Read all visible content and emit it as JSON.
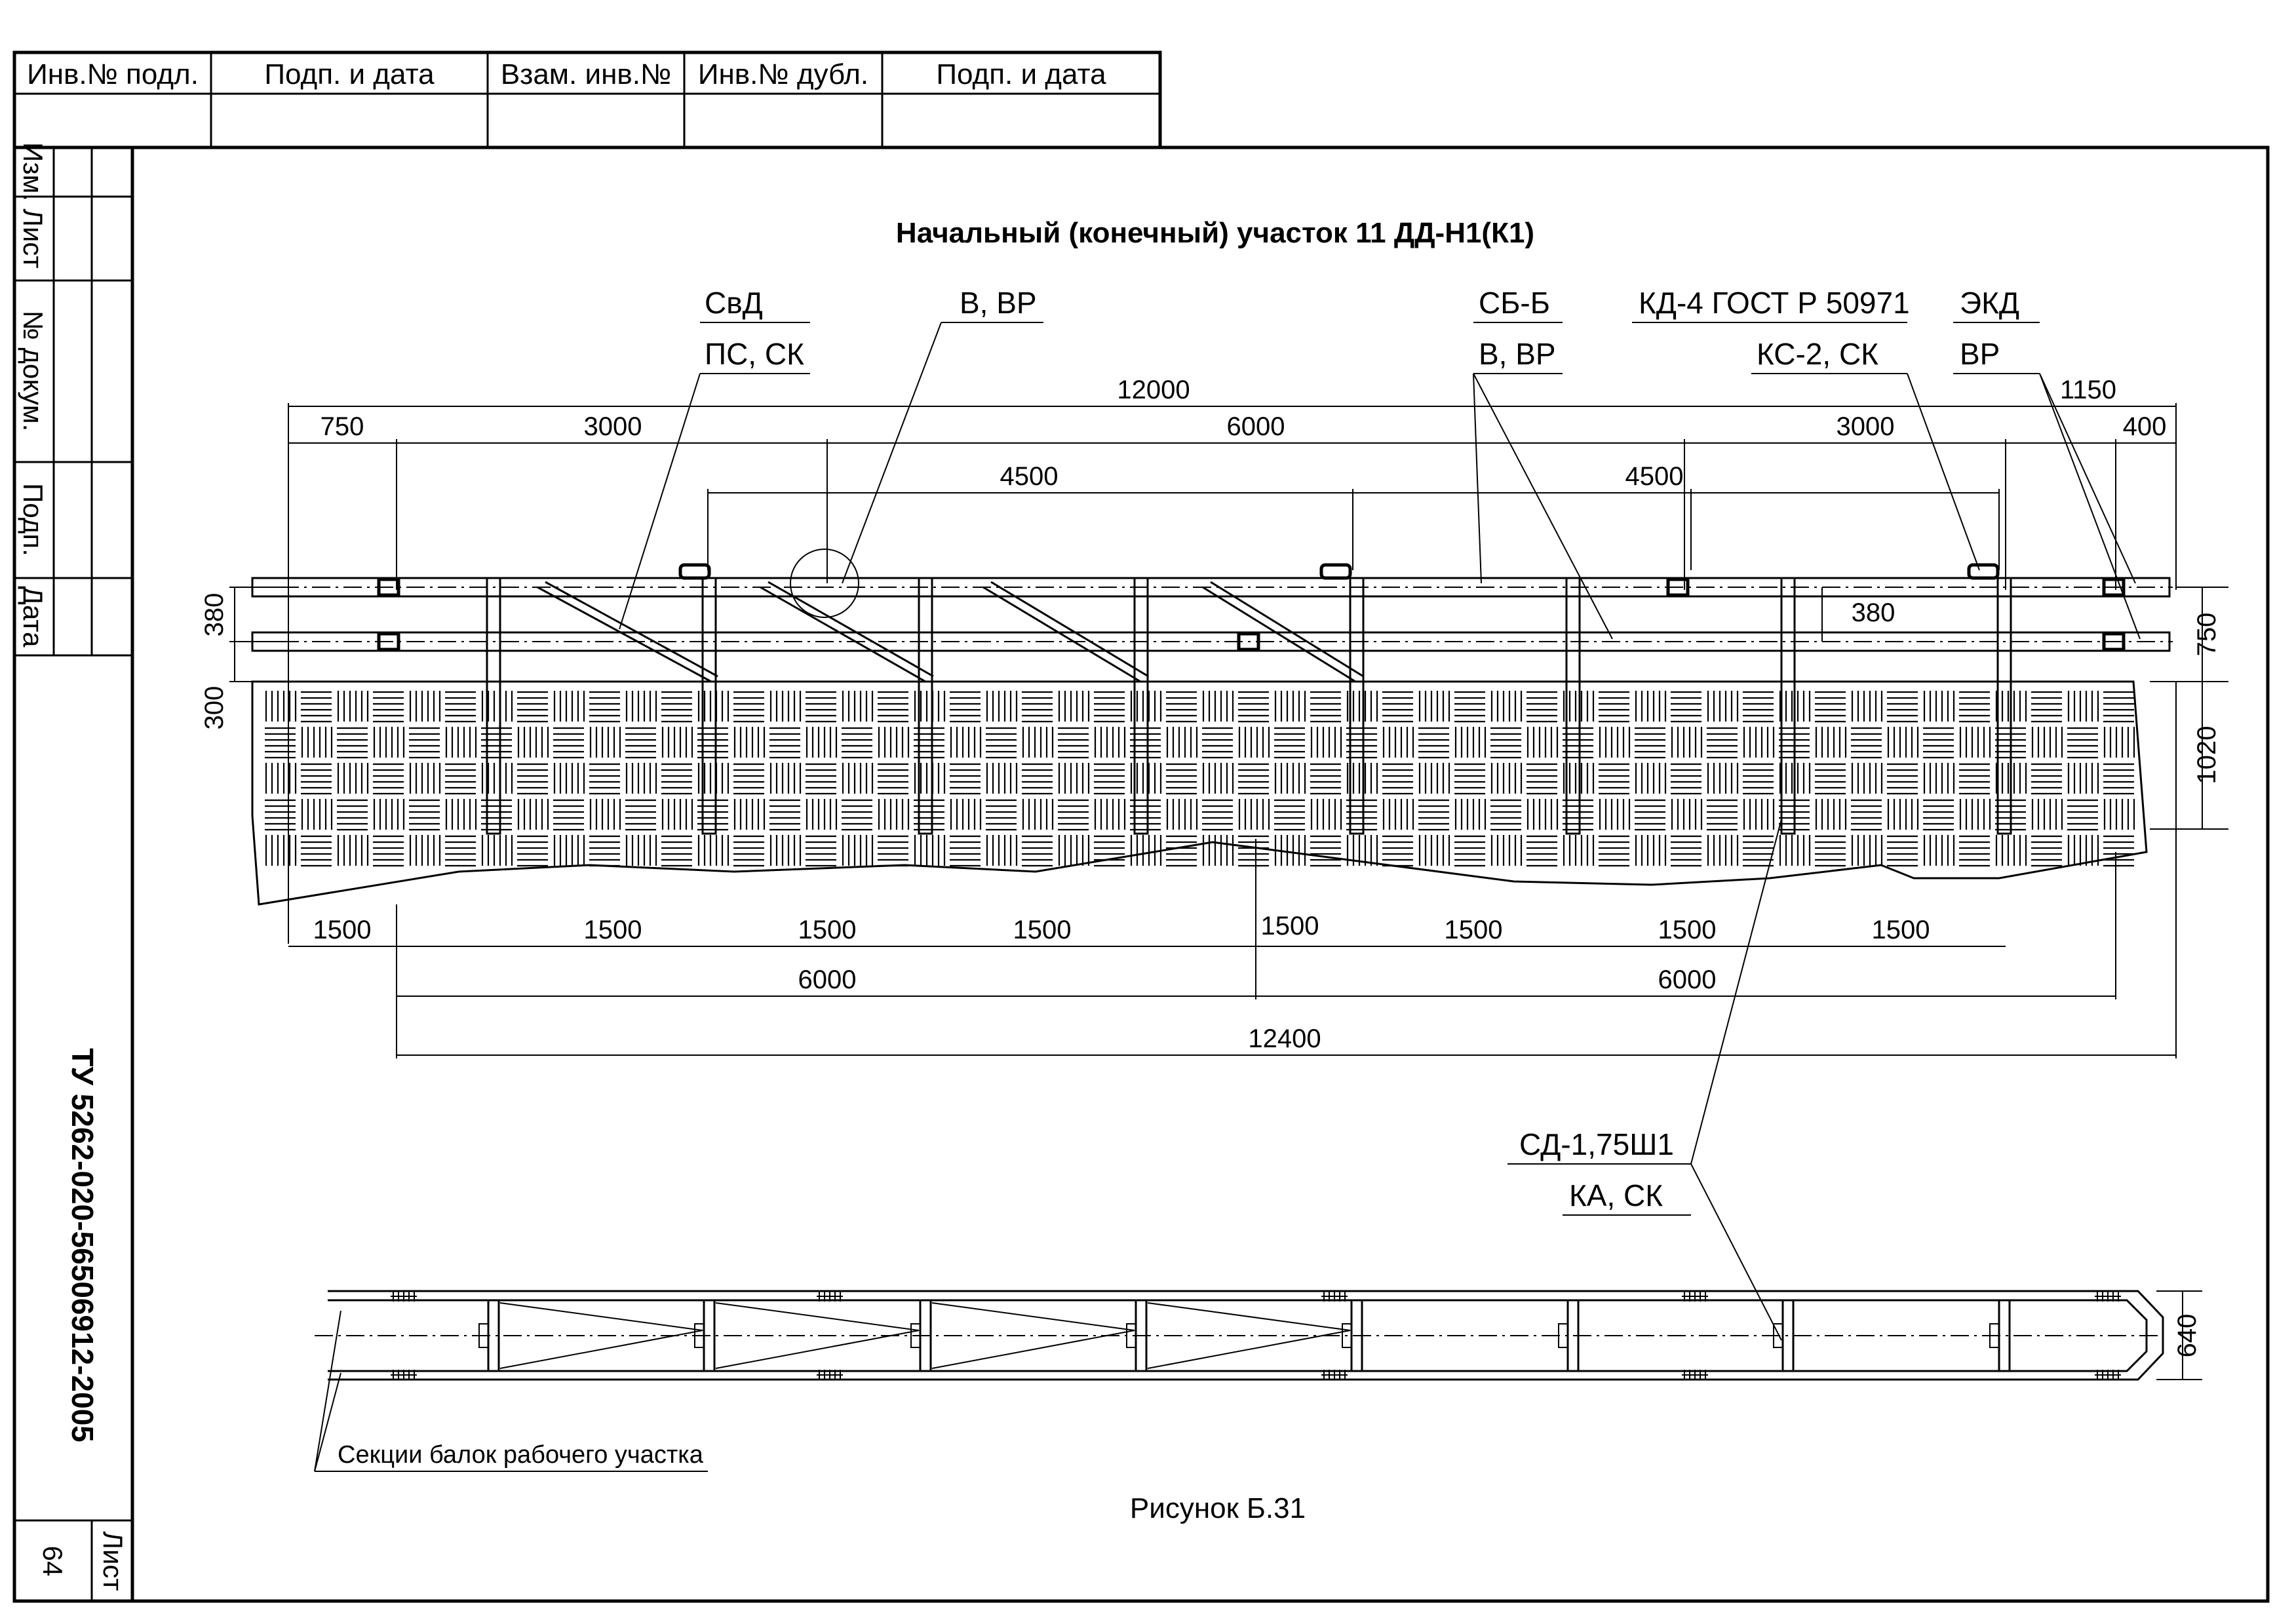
{
  "stamp": {
    "headers": [
      "Инв.№ подл.",
      "Подп. и дата",
      "Взам. инв.№",
      "Инв.№ дубл.",
      "Подп. и дата"
    ]
  },
  "revision_column": [
    "Изм.",
    "Лист",
    "№ докум.",
    "Подп.",
    "Дата"
  ],
  "doc_code": "ТУ 5262-020-56506912-2005",
  "sheet": {
    "label": "Лист",
    "number": "64"
  },
  "title": "Начальный (конечный) участок 11 ДД-Н1(К1)",
  "callouts": [
    {
      "top": "СвД",
      "bottom": "ПС, СК"
    },
    {
      "top": "В, ВР",
      "bottom": ""
    },
    {
      "top": "СБ-Б",
      "bottom": "В, ВР"
    },
    {
      "top": "КД-4 ГОСТ Р 50971",
      "bottom": "КС-2, СК"
    },
    {
      "top": "ЭКД",
      "bottom": "ВР"
    },
    {
      "top": "СД-1,75Ш1",
      "bottom": "КА, СК"
    }
  ],
  "dimensions": {
    "total_top": "12000",
    "row2": [
      "750",
      "3000",
      "6000",
      "3000",
      "400"
    ],
    "extra_right": "1150",
    "row3": [
      "4500",
      "4500"
    ],
    "left_380": "380",
    "left_300": "300",
    "inner_380": "380",
    "right_750": "750",
    "right_1020": "1020",
    "bottom_row1": [
      "1500",
      "1500",
      "1500",
      "1500",
      "1500",
      "1500",
      "1500",
      "1500"
    ],
    "bottom_row2": [
      "6000",
      "6000"
    ],
    "bottom_total": "12400",
    "plan_width": "640"
  },
  "plan_note": "Секции балок рабочего участка",
  "caption": "Рисунок Б.31"
}
